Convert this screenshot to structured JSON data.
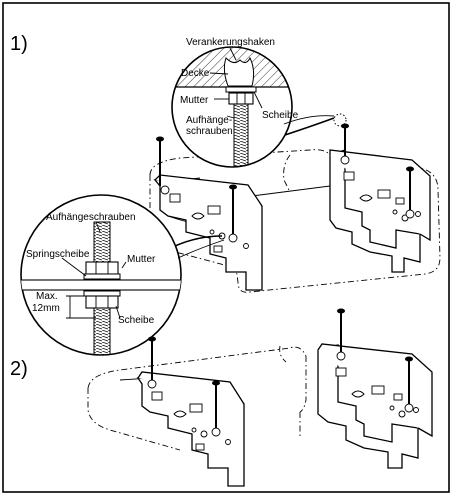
{
  "steps": {
    "step1": "1)",
    "step2": "2)"
  },
  "detail_top": {
    "anchor_hook": "Verankerungshaken",
    "ceiling": "Decke",
    "nut": "Mutter",
    "washer": "Scheibe",
    "suspension_bolt_line1": "Aufhänge-",
    "suspension_bolt_line2": "schrauben"
  },
  "detail_left": {
    "suspension_bolts": "Aufhängeschrauben",
    "spring_washer": "Springscheibe",
    "nut": "Mutter",
    "max_line1": "Max.",
    "max_line2": "12mm",
    "washer": "Scheibe"
  },
  "colors": {
    "line": "#000000",
    "background": "#ffffff",
    "hatch": "#000000"
  }
}
